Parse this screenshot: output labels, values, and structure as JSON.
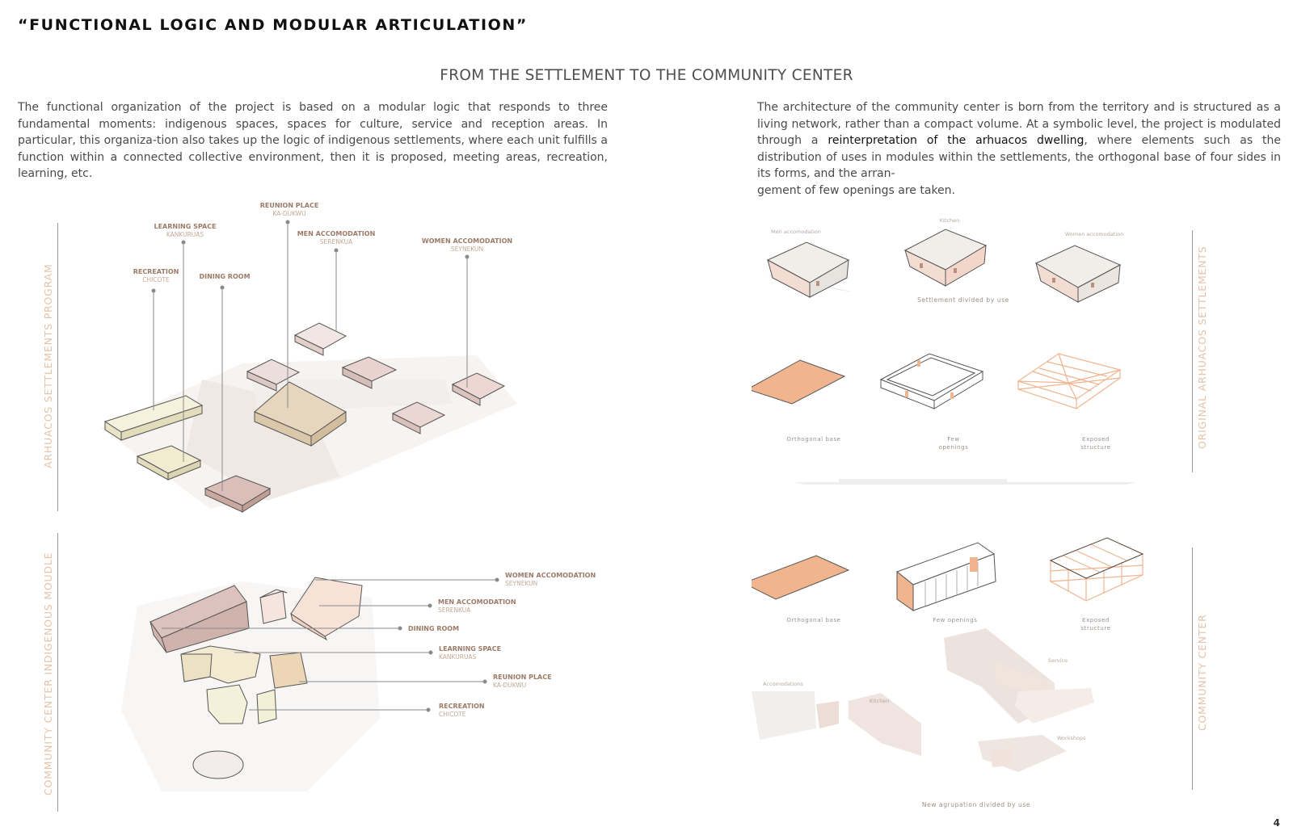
{
  "header": {
    "title": "“FUNCTIONAL LOGIC AND MODULAR ARTICULATION”",
    "subtitle": "FROM THE SETTLEMENT TO THE COMMUNITY CENTER"
  },
  "intro_left": "The functional organization of the project is based on a modular logic that responds to three fundamental moments: indigenous spaces, spaces for culture, service and reception areas. In particular, this organiza-tion also takes up the logic of indigenous settlements, where each unit fulfills a function within a connected collective environment, then it is proposed, meeting areas, recreation, learning, etc.",
  "intro_right": {
    "part1": "The architecture of the community center is born from the territory and is structured as a living network, rather than a compact volume. At a symbolic level, the project is modulated through a ",
    "highlight": "reinterpretation of the arhuacos dwelling",
    "part2": ", where elements such as the distribution of uses in modules within the settlements, the orthogonal base of four sides in its forms, and the arran-",
    "last_line": "gement of few openings are taken."
  },
  "side_labels": {
    "top_left": "ARHUACOS SETTLEMENTS PROGRAM",
    "bottom_left": "COMMUNITY CENTER INDIGENOUS MOUDLE",
    "top_right": "ORIGINAL ARHUACOS SETTLEMENTS",
    "bottom_right": "COMMUNITY CENTER"
  },
  "settlement_program": {
    "reunion_title": "REUNION PLACE",
    "reunion_sub": "KA-DUKWU",
    "learning_title": "LEARNING SPACE",
    "learning_sub": "KANKURUAS",
    "men_title": "MEN ACCOMODATION",
    "men_sub": "SERENKUA",
    "women_title": "WOMEN ACCOMODATION",
    "women_sub": "SEYNEKUN",
    "recreation_title": "RECREATION",
    "recreation_sub": "CHICOTE",
    "dining_title": "DINING ROOM"
  },
  "center_module": {
    "women_title": "WOMEN ACCOMODATION",
    "women_sub": "SEYNEKUN",
    "men_title": "MEN ACCOMODATION",
    "men_sub": "SERENKUA",
    "dining_title": "DINING ROOM",
    "learning_title": "LEARNING SPACE",
    "learning_sub": "KANKURUAS",
    "reunion_title": "REUNION PLACE",
    "reunion_sub": "KA-DUKWU",
    "recreation_title": "RECREATION",
    "recreation_sub": "CHICOTE"
  },
  "original_settlements": {
    "men": "Men accomodation",
    "kitchen": "Kitchen",
    "women": "Women accomodation",
    "divided": "Settlement divided by use",
    "orthogonal": "Orthogonal base",
    "few_1": "Few",
    "few_2": "openings",
    "exposed_1": "Exposed",
    "exposed_2": "structure"
  },
  "community_center": {
    "orthogonal": "Orthogonal base",
    "few": "Few openings",
    "exposed_1": "Exposed",
    "exposed_2": "structure",
    "accomodations": "Accomodations",
    "kitchen": "Kitchen",
    "service": "Service",
    "workshops": "Workshops",
    "new_agrupation": "New agrupation divided by use"
  },
  "page_number": "4",
  "colors": {
    "accent_label": "#e3c3aa",
    "title_text": "#9b7b68",
    "sub_text": "#c4a894",
    "terracotta": "#f0b48f"
  }
}
